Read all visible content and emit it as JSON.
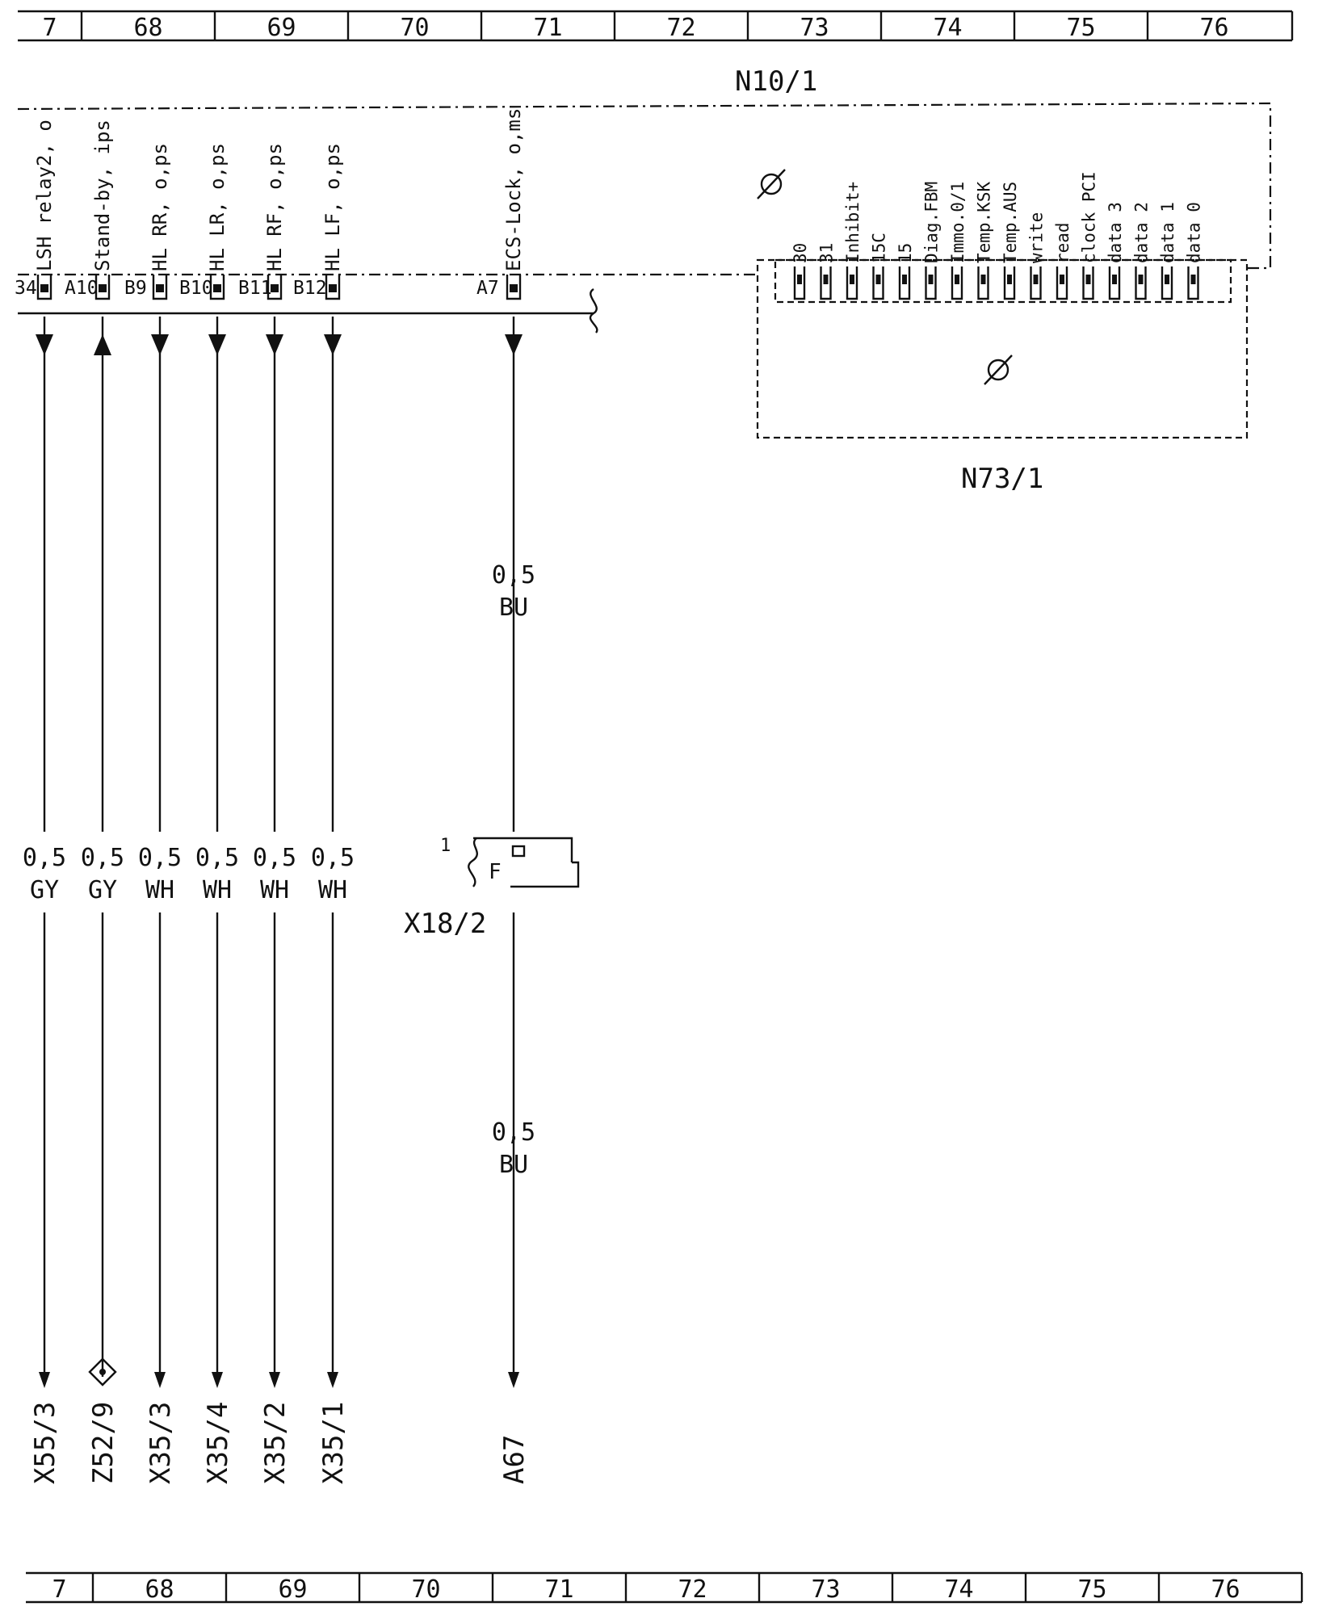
{
  "grid_numbers": [
    "7",
    "68",
    "69",
    "70",
    "71",
    "72",
    "73",
    "74",
    "75",
    "76"
  ],
  "modules": {
    "control_unit": "N10/1",
    "sub_module": "N73/1",
    "connector": "X18/2",
    "connector_pin_number": "1",
    "connector_pin_letter": "F"
  },
  "n10_pins": [
    {
      "pin": "34",
      "signal": "LSH relay2, o",
      "direction": "out",
      "gauge": "0,5",
      "color": "GY",
      "destination": "X55/3",
      "terminal": "arrow"
    },
    {
      "pin": "A10",
      "signal": "Stand-by, ips",
      "direction": "in",
      "gauge": "0,5",
      "color": "GY",
      "destination": "Z52/9",
      "terminal": "splice"
    },
    {
      "pin": "B9",
      "signal": "HL RR, o,ps",
      "direction": "out",
      "gauge": "0,5",
      "color": "WH",
      "destination": "X35/3",
      "terminal": "arrow"
    },
    {
      "pin": "B10",
      "signal": "HL LR, o,ps",
      "direction": "out",
      "gauge": "0,5",
      "color": "WH",
      "destination": "X35/4",
      "terminal": "arrow"
    },
    {
      "pin": "B11",
      "signal": "HL RF, o,ps",
      "direction": "out",
      "gauge": "0,5",
      "color": "WH",
      "destination": "X35/2",
      "terminal": "arrow"
    },
    {
      "pin": "B12",
      "signal": "HL LF, o,ps",
      "direction": "out",
      "gauge": "0,5",
      "color": "WH",
      "destination": "X35/1",
      "terminal": "arrow"
    },
    {
      "pin": "A7",
      "signal": "ECS-Lock, o,ms",
      "direction": "out",
      "gauge": "0,5",
      "color": "BU",
      "destination": "A67",
      "terminal": "arrow"
    }
  ],
  "ecs_lower_wire": {
    "gauge": "0,5",
    "color": "BU"
  },
  "n73_pins": [
    "30",
    "31",
    "Inhibit+",
    "15C",
    "15",
    "Diag.FBM",
    "Immo.0/1",
    "Temp.KSK",
    "Temp.AUS",
    "write",
    "read",
    "clock PCI",
    "data 3",
    "data 2",
    "data 1",
    "data 0"
  ]
}
